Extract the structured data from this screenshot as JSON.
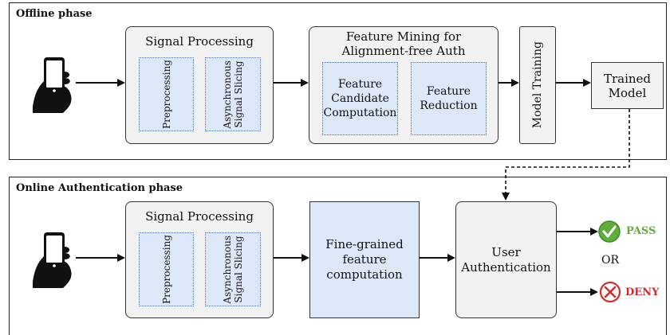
{
  "offline": {
    "title": "Offline phase",
    "signal_processing": {
      "title": "Signal Processing",
      "sub1": "Preprocessing",
      "sub2": "Asynchronous\nSignal Slicing"
    },
    "feature_mining": {
      "title": "Feature Mining for\nAlignment-free Auth",
      "sub1": "Feature\nCandidate\nComputation",
      "sub2": "Feature\nReduction"
    },
    "model_training": "Model Training",
    "trained_model": "Trained\nModel"
  },
  "online": {
    "title": "Online Authentication phase",
    "signal_processing": {
      "title": "Signal Processing",
      "sub1": "Preprocessing",
      "sub2": "Asynchronous\nSignal Slicing"
    },
    "fine_grained": "Fine-grained\nfeature\ncomputation",
    "user_auth": "User\nAuthentication",
    "pass_label": "PASS",
    "or_label": "OR",
    "deny_label": "DENY"
  },
  "colors": {
    "pass": "#5fae3c",
    "deny": "#d42a2a",
    "sub_fill": "#dce8f8",
    "box_fill": "#f2f2f2"
  },
  "icons": [
    "hand-phone-icon",
    "check-circle-icon",
    "x-circle-icon"
  ]
}
